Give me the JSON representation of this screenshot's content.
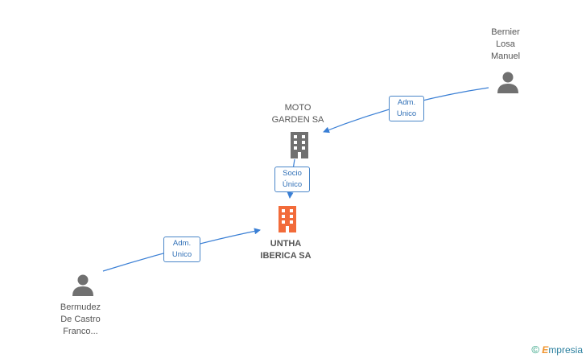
{
  "nodes": {
    "bernier": {
      "label": "Bernier\nLosa\nManuel",
      "type": "person"
    },
    "moto": {
      "label": "MOTO\nGARDEN SA",
      "type": "company"
    },
    "untha": {
      "label": "UNTHA\nIBERICA SA",
      "type": "company-main"
    },
    "bermudez": {
      "label": "Bermudez\nDe Castro\nFranco...",
      "type": "person"
    }
  },
  "edges": {
    "bernier_moto": {
      "label": "Adm.\nUnico"
    },
    "moto_untha": {
      "label": "Socio\nÚnico"
    },
    "bermudez_untha": {
      "label": "Adm.\nUnico"
    }
  },
  "colors": {
    "edge": "#3a7fd5",
    "person_icon": "#707070",
    "company_icon": "#707070",
    "main_icon": "#f26b3a"
  },
  "brand": {
    "copyright": "©",
    "name_e": "E",
    "name_rest": "mpresia"
  }
}
